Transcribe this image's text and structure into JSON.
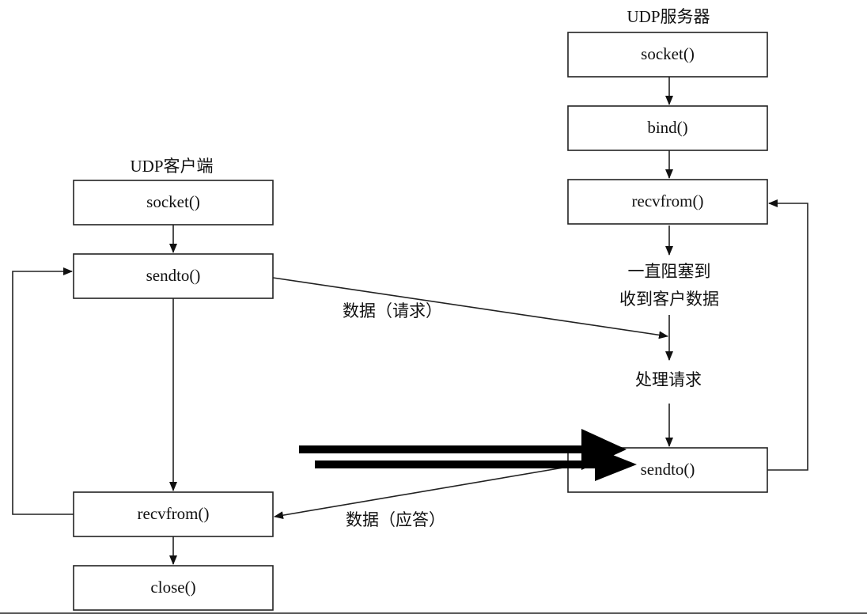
{
  "client": {
    "title": "UDP客户端",
    "boxes": {
      "socket": "socket()",
      "sendto": "sendto()",
      "recvfrom": "recvfrom()",
      "close": "close()"
    }
  },
  "server": {
    "title": "UDP服务器",
    "boxes": {
      "socket": "socket()",
      "bind": "bind()",
      "recvfrom": "recvfrom()",
      "sendto": "sendto()"
    },
    "steps": {
      "block_line1": "一直阻塞到",
      "block_line2": "收到客户数据",
      "process": "处理请求"
    }
  },
  "messages": {
    "request": "数据（请求）",
    "reply": "数据（应答）"
  },
  "colors": {
    "line": "#222222",
    "overlay_arrow": "#000000",
    "background": "#ffffff"
  }
}
